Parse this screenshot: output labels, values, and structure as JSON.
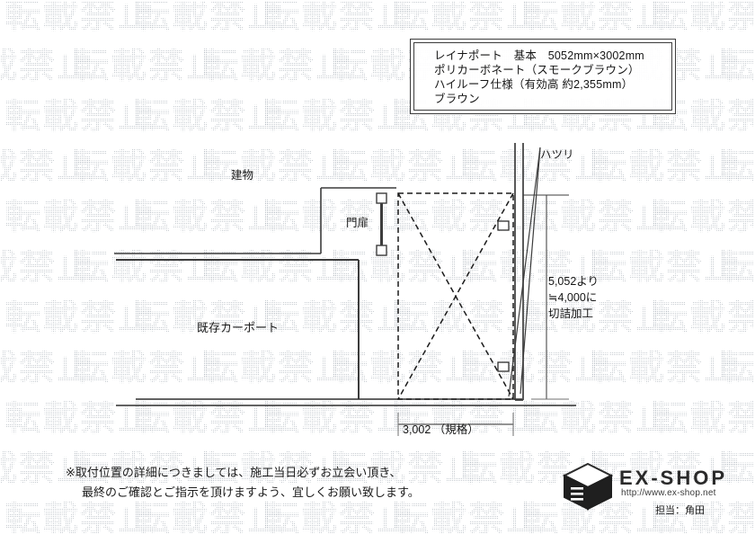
{
  "document": {
    "type": "construction-plan-drawing",
    "watermark_text": "転載禁止"
  },
  "spec_box": {
    "lines": [
      "レイナポート　基本　5052mm×3002mm",
      "ポリカーボネート（スモークブラウン）",
      "ハイルーフ仕様（有効高 約2,355mm）",
      "ブラウン"
    ]
  },
  "labels": {
    "hatsuri": "ハツリ",
    "building": "建物",
    "gate": "門扉",
    "existing_carport": "既存カーポート"
  },
  "dimensions": {
    "cut_note_lines": [
      "5,052より",
      "≒4,000に",
      "切詰加工"
    ],
    "bottom_width": "3,002 （規格）"
  },
  "footer": {
    "note_line1": "※取付位置の詳細につきましては、施工当日必ずお立会い頂き、",
    "note_line2": "最終のご確認とご指示を頂けますよう、宜しくお願い致します。"
  },
  "brand": {
    "name": "EX-SHOP",
    "url": "http://www.ex-shop.net",
    "staff": "担当：角田"
  },
  "colors": {
    "line": "#3c3c3c",
    "text": "#1b1b1b",
    "watermark": "#9aa4ad",
    "background": "#ffffff"
  }
}
